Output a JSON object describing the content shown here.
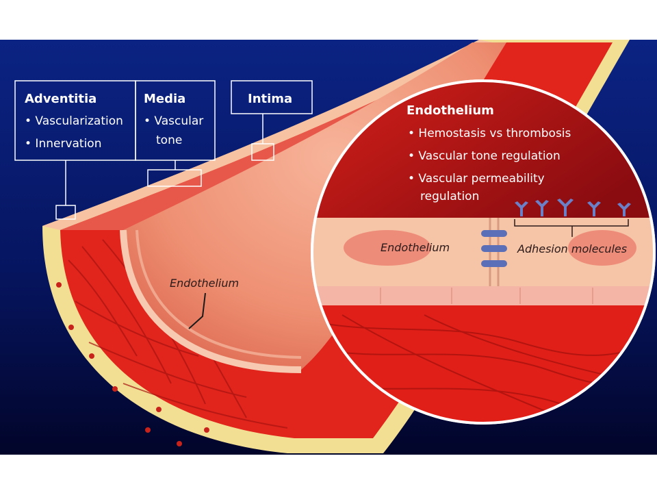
{
  "colors": {
    "background_top": "#0a1f7a",
    "background_bottom": "#02062a",
    "artery_red": "#e1241c",
    "artery_dark": "#9a0f0c",
    "adventitia_yellow": "#f6e6a0",
    "inner_peach": "#f2a48a",
    "endothelium_cell": "#f6c4a6",
    "molecule_blue": "#5a6fb8"
  },
  "labels": {
    "adventitia": {
      "title": "Adventitia",
      "items": [
        "• Vascularization",
        "• Innervation"
      ]
    },
    "media": {
      "title": "Media",
      "items": [
        "• Vascular",
        "tone"
      ]
    },
    "intima": {
      "title": "Intima"
    },
    "artery_endothelium": "Endothelium"
  },
  "inset": {
    "title": "Endothelium",
    "items": [
      "• Hemostasis vs thrombosis",
      "• Vascular tone regulation",
      "• Vascular permeability",
      "regulation"
    ],
    "cell_label": "Endothelium",
    "adhesion_label": "Adhesion molecules"
  }
}
